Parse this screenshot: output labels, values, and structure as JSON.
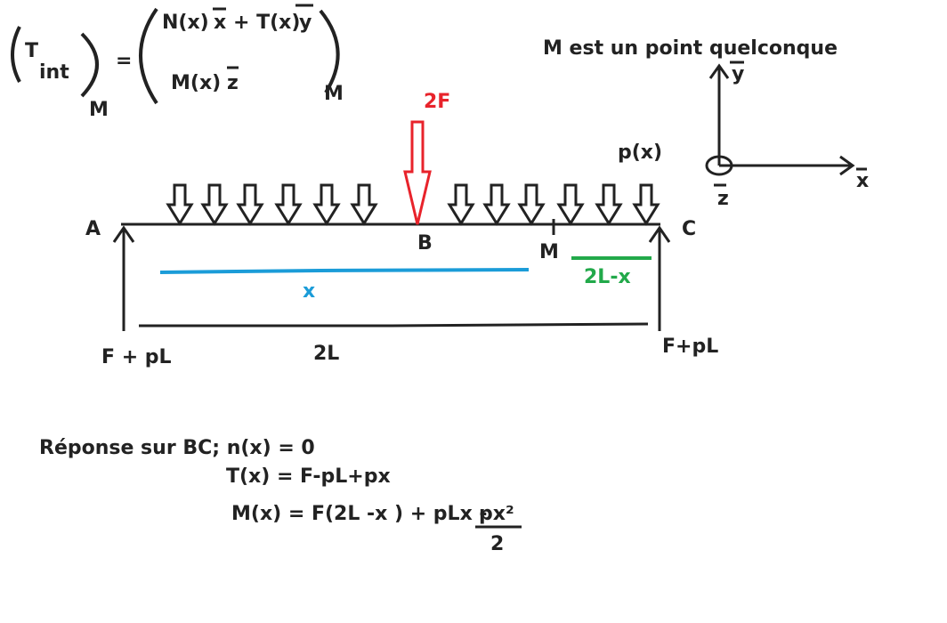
{
  "colors": {
    "ink": "#222222",
    "force_2F": "#e8232b",
    "x_line": "#1b9cd8",
    "segment_2Lx": "#22a94a"
  },
  "formula": {
    "T_letter": "T",
    "int_sub": "int",
    "M_sub_left": "M",
    "equals": "=",
    "row1_N": "N(x)",
    "row1_x": "x",
    "row1_plus_T": "+ T(x)",
    "row1_y": "y",
    "row2_M": "M(x)",
    "row2_z": "z",
    "M_sub_right": "M"
  },
  "note": "M est un point quelconque",
  "axes": {
    "y": "y",
    "x": "x",
    "z": "z"
  },
  "beam": {
    "label_A": "A",
    "label_B": "B",
    "label_C": "C",
    "label_M": "M",
    "force_2F": "2F",
    "load_px": "p(x)",
    "dim_x": "x",
    "dim_2Lx": "2L-x",
    "dim_2L": "2L",
    "reaction_A": "F + pL",
    "reaction_C": "F+pL"
  },
  "answer": {
    "line1": "Réponse sur BC; n(x) = 0",
    "line2": "T(x) = F-pL+px",
    "line3": "M(x) = F(2L -x ) + pLx -",
    "fraction_num": "px²",
    "fraction_den": "2"
  }
}
